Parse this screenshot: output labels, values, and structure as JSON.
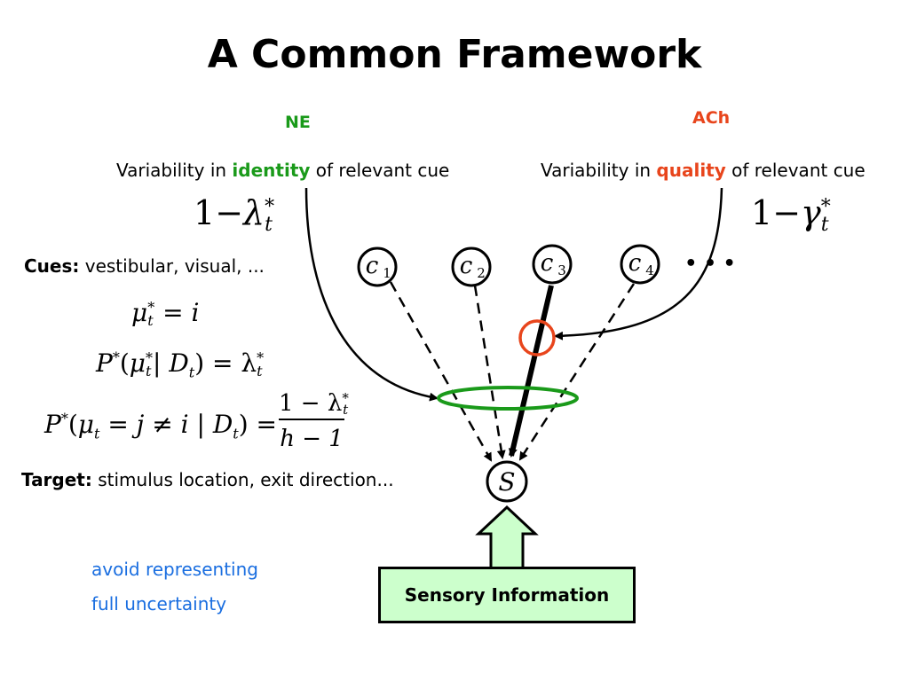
{
  "title": "A Common Framework",
  "ne_label": "NE",
  "ach_label": "ACh",
  "identity_line": {
    "prefix": "Variability in ",
    "keyword": "identity",
    "suffix": " of relevant cue"
  },
  "quality_line": {
    "prefix": "Variability in ",
    "keyword": "quality",
    "suffix": " of relevant cue"
  },
  "cues": {
    "label": "Cues:",
    "text": " vestibular, visual, ..."
  },
  "target": {
    "label": "Target:",
    "text": " stimulus location, exit direction..."
  },
  "note_lines": [
    "avoid representing",
    "full uncertainty"
  ],
  "sensory_box": "Sensory Information",
  "nodes": {
    "c1": {
      "letter": "c",
      "sub": "1"
    },
    "c2": {
      "letter": "c",
      "sub": "2"
    },
    "c3": {
      "letter": "c",
      "sub": "3"
    },
    "c4": {
      "letter": "c",
      "sub": "4"
    },
    "s": "S",
    "ellipsis": "• • •"
  },
  "equations": {
    "lambda": {
      "one": "1",
      "minus": "−",
      "sym": "λ",
      "sup": "*",
      "sub": "t"
    },
    "gamma": {
      "one": "1",
      "minus": "−",
      "sym": "γ",
      "sup": "*",
      "sub": "t"
    },
    "eq1": {
      "mu": "μ",
      "sup": "*",
      "sub": "t",
      "rhs": "= i"
    },
    "eq2": {
      "P": "P",
      "sup": "*",
      "open": "(",
      "mu": "μ",
      "mu_sup": "*",
      "mu_sub": "t",
      "bar": "| D",
      "d_sub": "t",
      "close": ") = λ",
      "l_sup": "*",
      "l_sub": "t"
    },
    "eq3": {
      "P": "P",
      "sup": "*",
      "open": "(",
      "mu": "μ",
      "mu_sub": "t",
      "mid": " = j ≠ i | D",
      "d_sub": "t",
      "close": ") =",
      "num_prefix": "1 − λ",
      "num_sup": "*",
      "num_sub": "t",
      "den": "h − 1"
    }
  },
  "colors": {
    "ne_green": "#1a9a1a",
    "ach_red": "#e8451c",
    "note_blue": "#1a6ee0",
    "box_fill": "#ccffcc"
  }
}
